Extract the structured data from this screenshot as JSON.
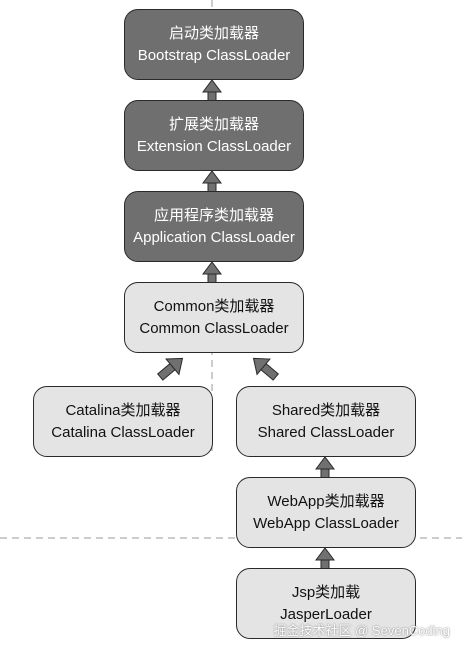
{
  "nodes": {
    "bootstrap": {
      "title": "启动类加载器",
      "subtitle": "Bootstrap ClassLoader"
    },
    "extension": {
      "title": "扩展类加载器",
      "subtitle": "Extension ClassLoader"
    },
    "application": {
      "title": "应用程序类加载器",
      "subtitle": "Application ClassLoader"
    },
    "common": {
      "title": "Common类加载器",
      "subtitle": "Common ClassLoader"
    },
    "catalina": {
      "title": "Catalina类加载器",
      "subtitle": "Catalina ClassLoader"
    },
    "shared": {
      "title": "Shared类加载器",
      "subtitle": "Shared ClassLoader"
    },
    "webapp": {
      "title": "WebApp类加载器",
      "subtitle": "WebApp ClassLoader"
    },
    "jsp": {
      "title": "Jsp类加载",
      "subtitle": "JasperLoader"
    }
  },
  "watermark": "掘金技术社区 @ SevenCoding",
  "colors": {
    "dark_box": "#6f6f6f",
    "light_box": "#e4e4e4",
    "arrow": "#707070",
    "divider": "#9a9a9a"
  }
}
